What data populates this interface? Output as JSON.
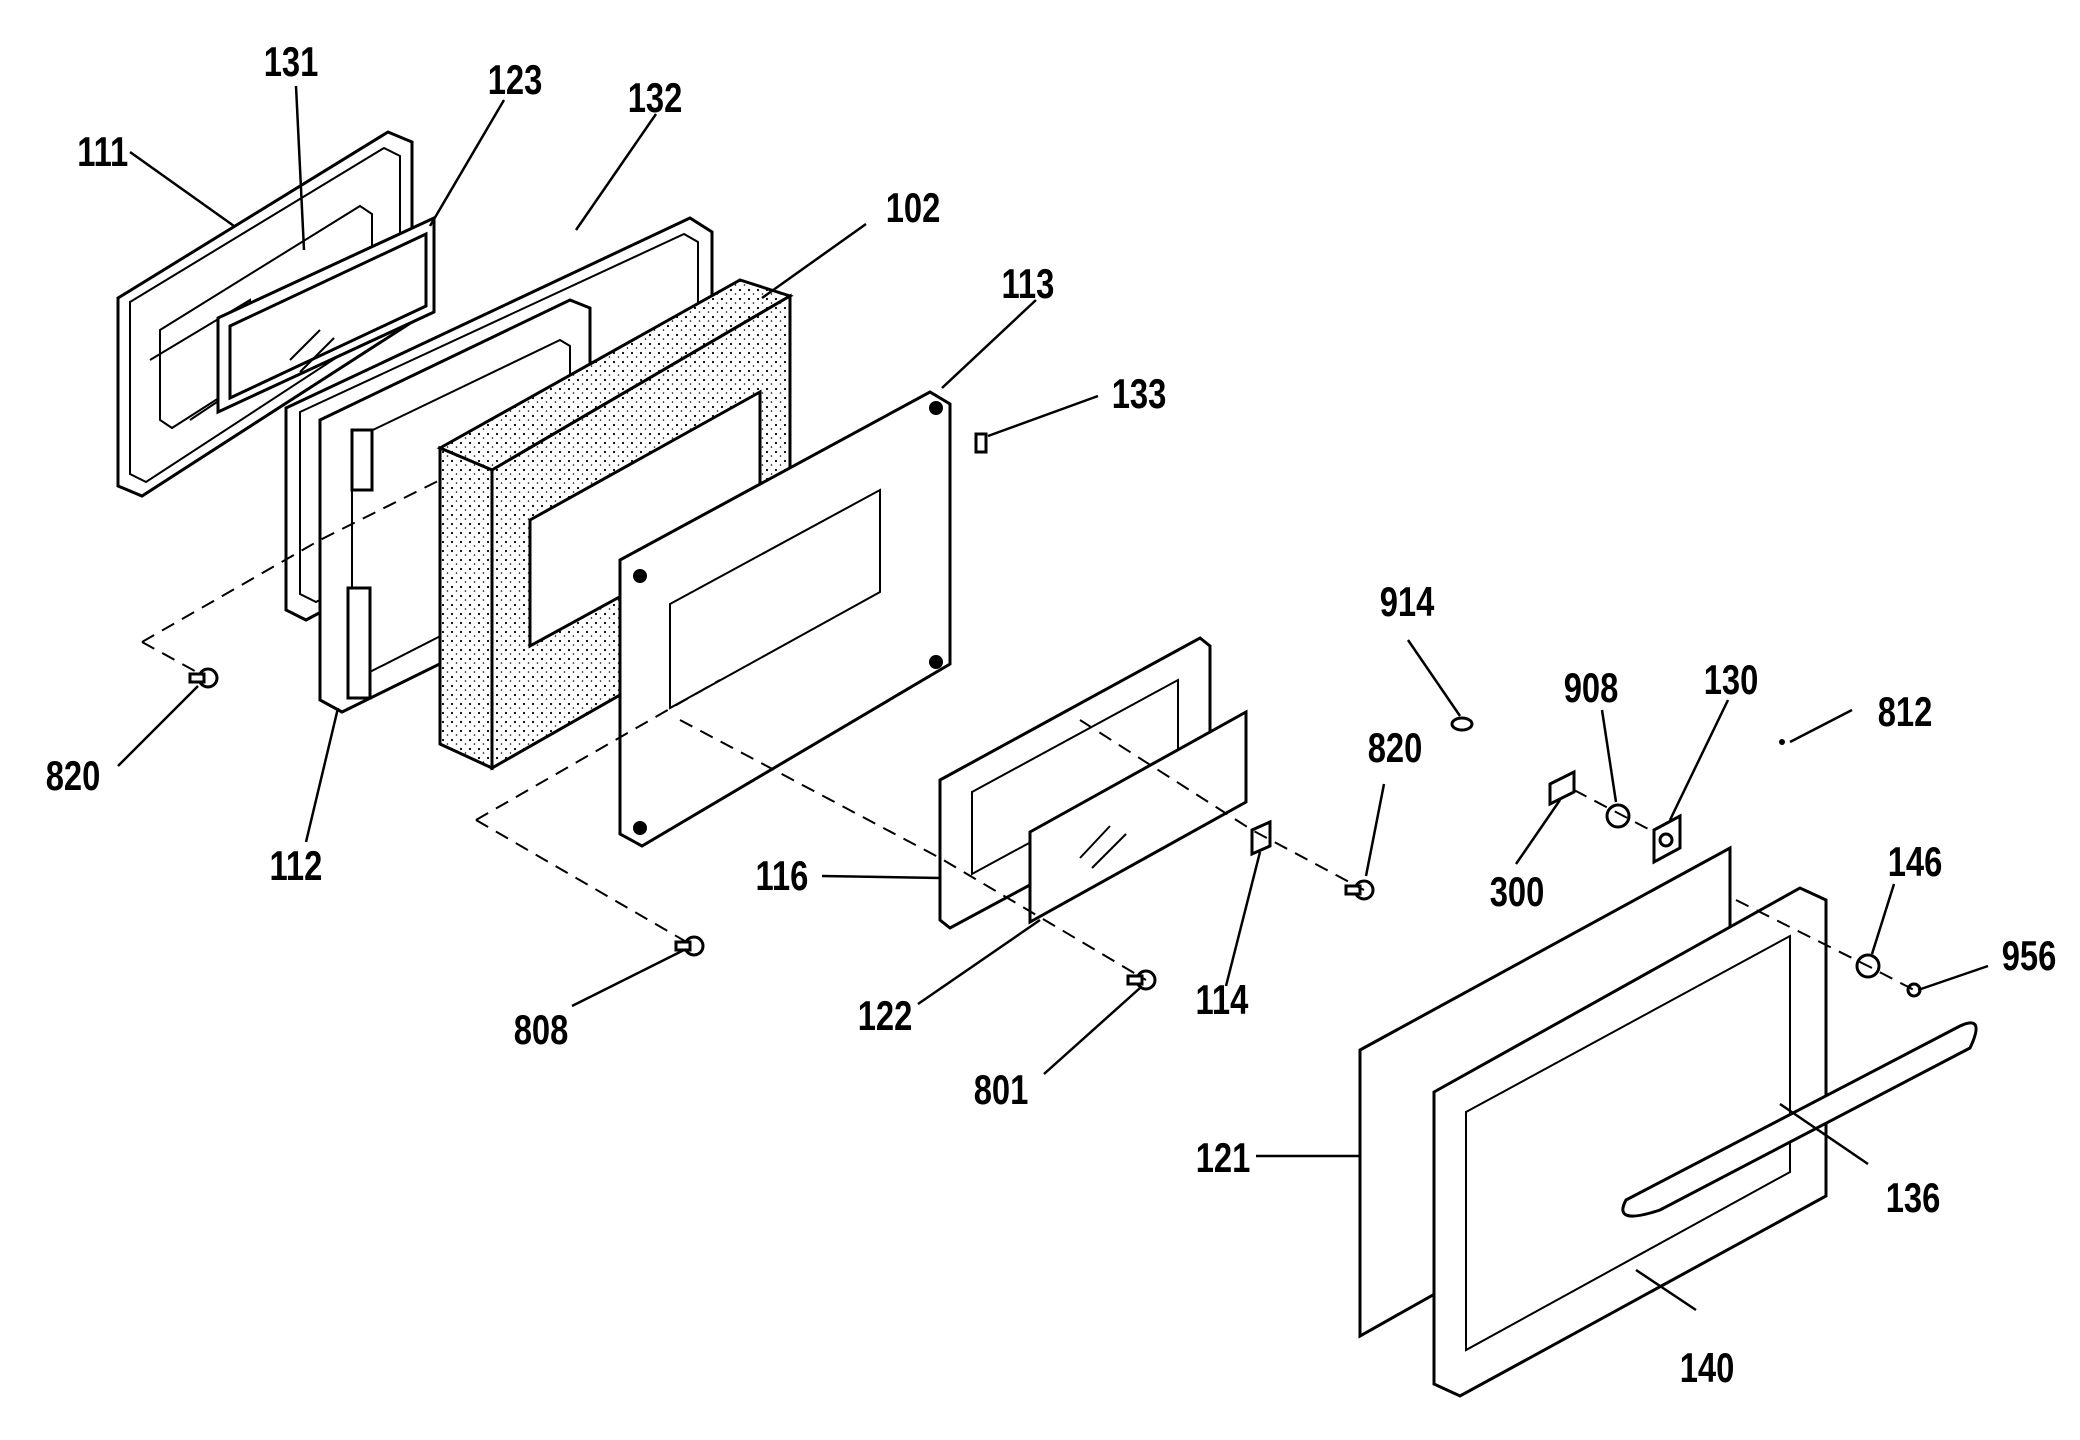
{
  "labels": {
    "l111": "111",
    "l131": "131",
    "l123": "123",
    "l132": "132",
    "l102": "102",
    "l113": "113",
    "l133": "133",
    "l914": "914",
    "l908": "908",
    "l130": "130",
    "l812": "812",
    "l820a": "820",
    "l820b": "820",
    "l112": "112",
    "l116": "116",
    "l300": "300",
    "l146": "146",
    "l956": "956",
    "l808": "808",
    "l122": "122",
    "l114": "114",
    "l801": "801",
    "l121": "121",
    "l136": "136",
    "l140": "140"
  }
}
